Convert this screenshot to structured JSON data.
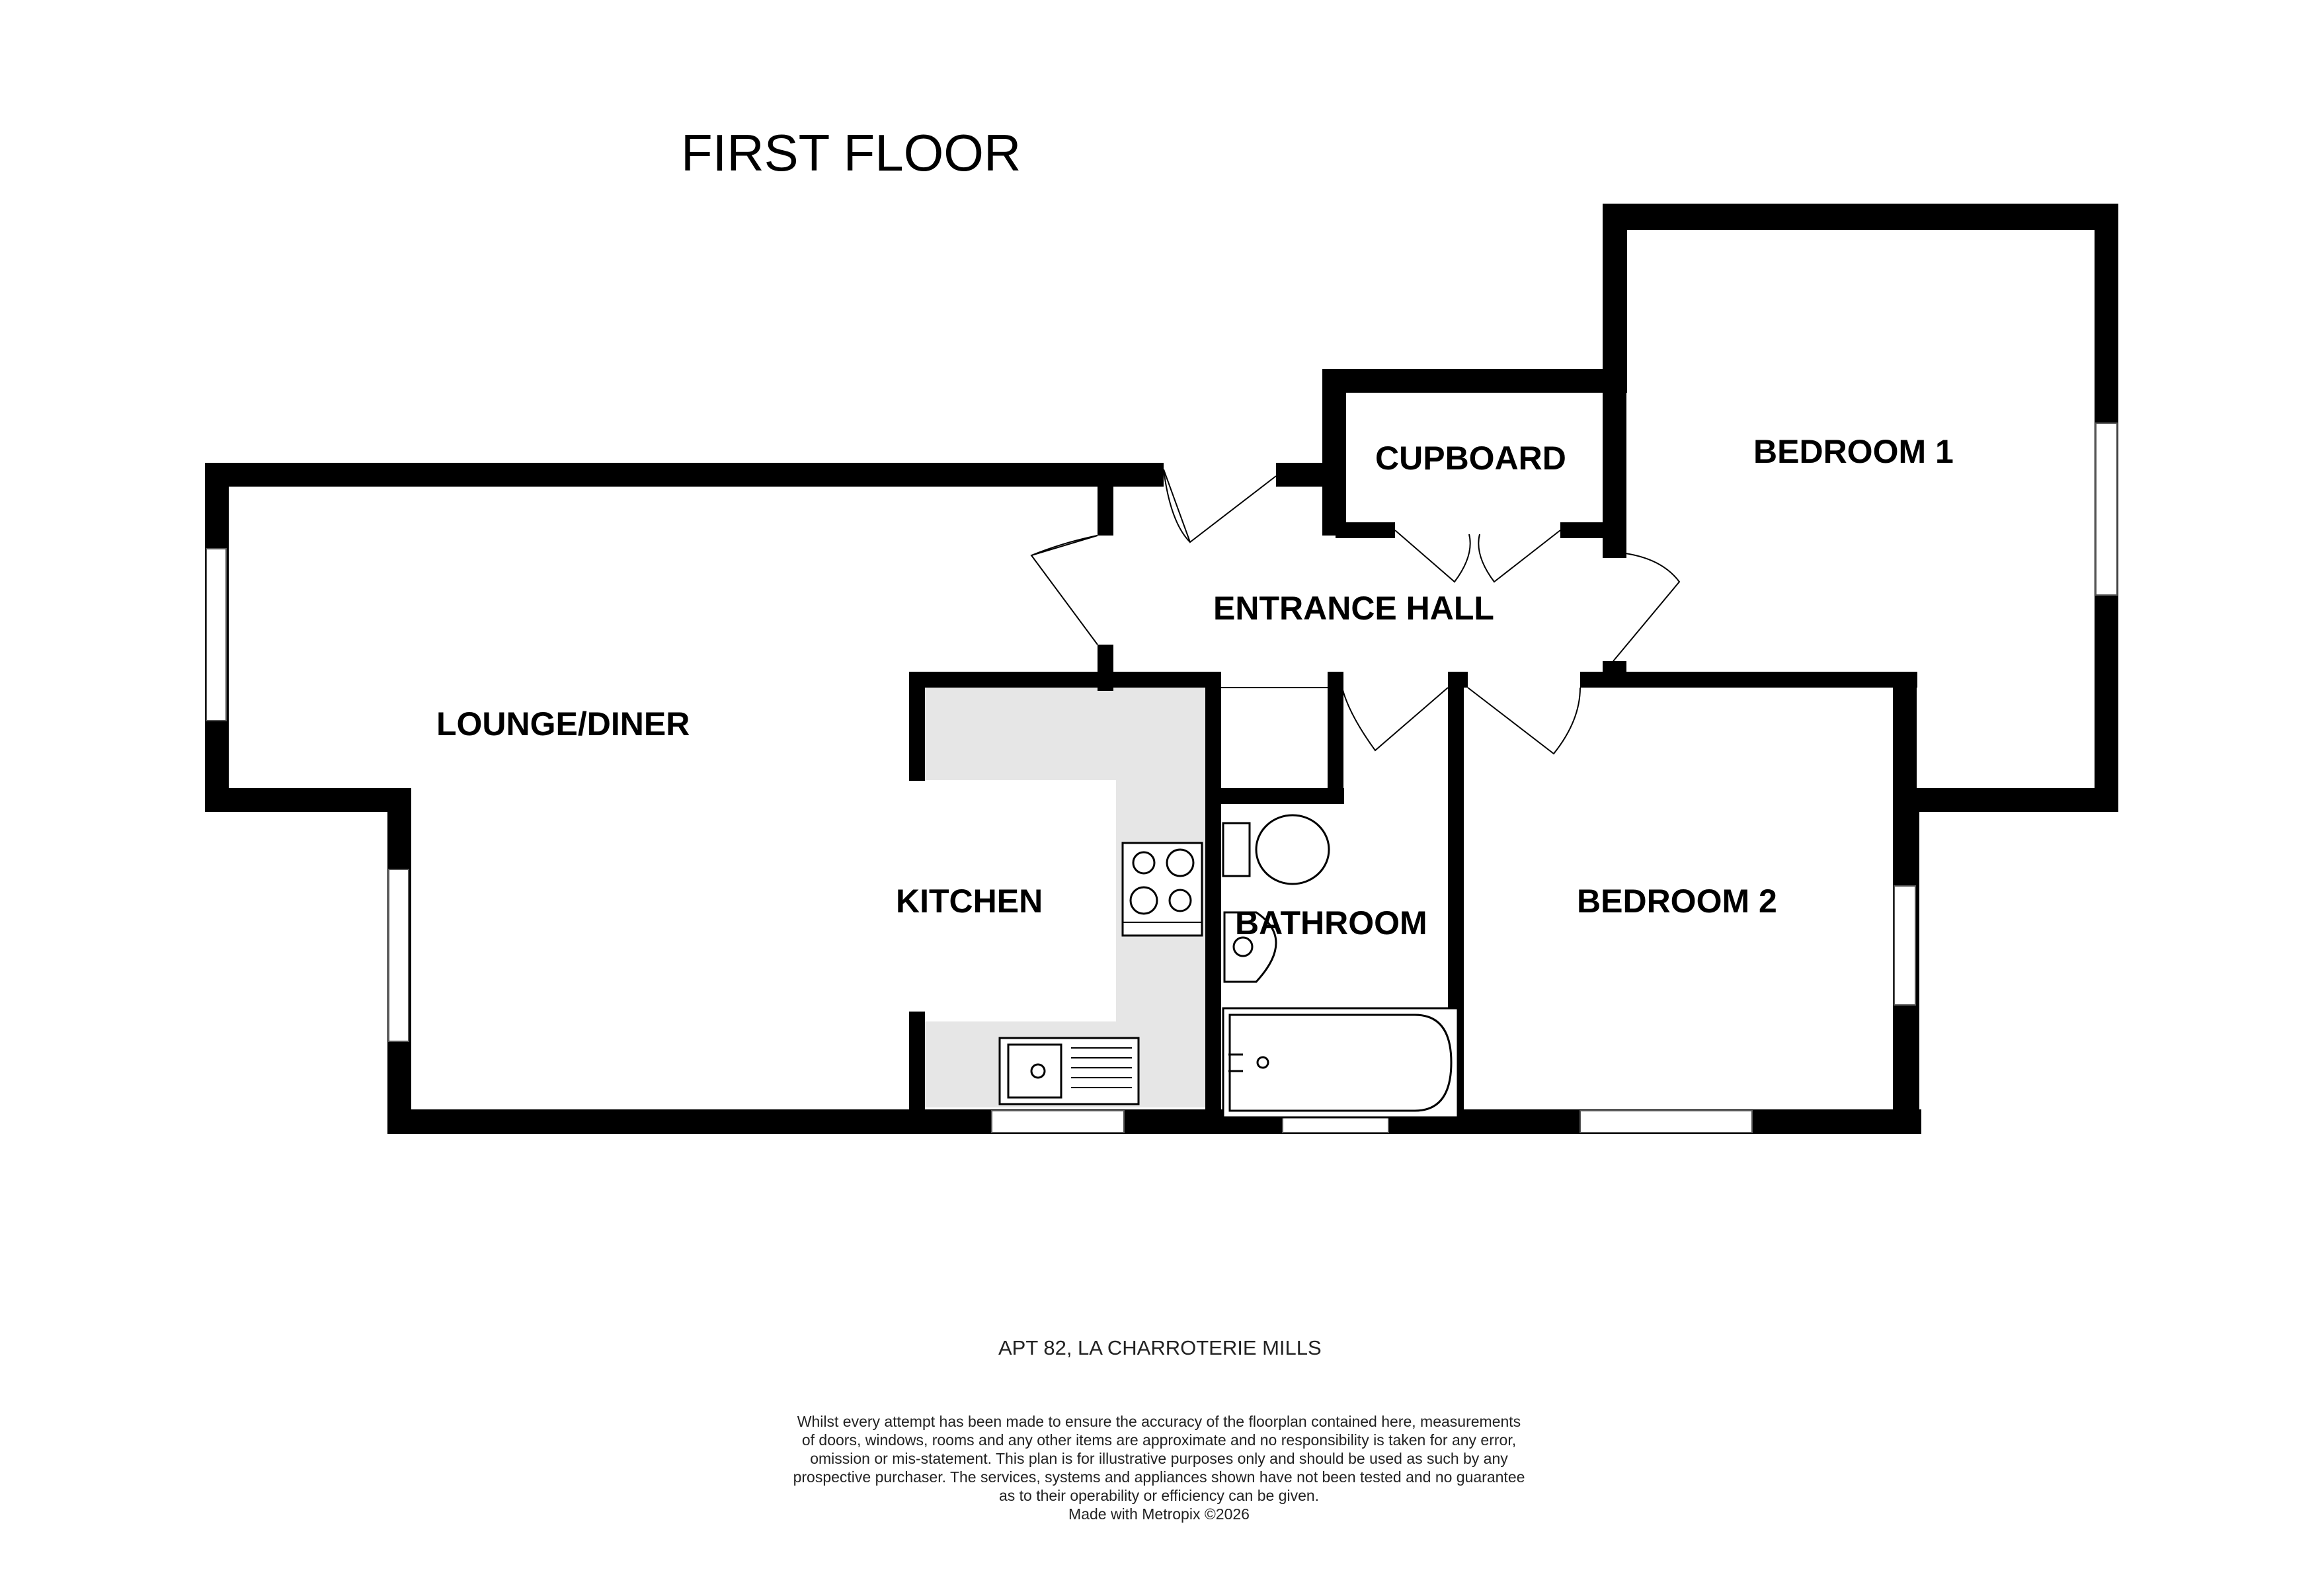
{
  "title": "FIRST FLOOR",
  "rooms": {
    "lounge": "LOUNGE/DINER",
    "hall": "ENTRANCE HALL",
    "cupboard": "CUPBOARD",
    "bedroom1": "BEDROOM 1",
    "kitchen": "KITCHEN",
    "bathroom": "BATHROOM",
    "bedroom2": "BEDROOM 2"
  },
  "address": "APT 82, LA CHARROTERIE MILLS",
  "disclaimer": [
    "Whilst every attempt has been made to ensure the accuracy of the floorplan contained here, measurements",
    "of doors, windows, rooms and any other items are approximate and no responsibility is taken for any error,",
    "omission or mis-statement. This plan is for illustrative purposes only and should be used as such by any",
    "prospective purchaser. The services, systems and appliances shown have not been tested and no guarantee",
    "as to their operability or efficiency can be given.",
    "Made with Metropix ©2026"
  ],
  "colors": {
    "wall": "#000000",
    "kitchen_floor": "#e6e6e6",
    "background": "#ffffff"
  }
}
